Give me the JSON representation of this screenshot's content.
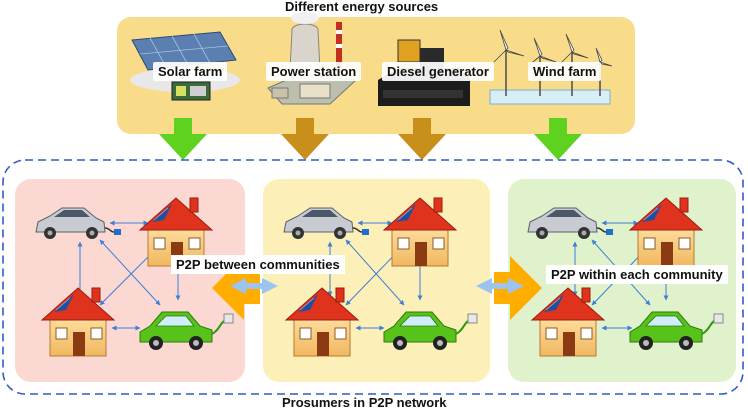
{
  "top_title": "Different energy sources",
  "bottom_title": "Prosumers in P2P network",
  "sources": [
    {
      "label": "Solar farm",
      "icon": "solar-farm-icon"
    },
    {
      "label": "Power station",
      "icon": "power-station-icon"
    },
    {
      "label": "Diesel generator",
      "icon": "diesel-generator-icon"
    },
    {
      "label": "Wind farm",
      "icon": "wind-farm-icon"
    }
  ],
  "between_label": "P2P between communities",
  "within_label": "P2P within each community",
  "colors": {
    "source_panel": "#f8dc8a",
    "community_red": "#fbd9d2",
    "community_yellow": "#fdefb8",
    "community_green": "#dff2cc",
    "green_arrow": "#5fd21f",
    "brown_arrow": "#c8901a",
    "exchange_orange": "#ffae00",
    "exchange_blue": "#9cc4f0",
    "dashed_border": "#2f5cc4",
    "link_line": "#3c7fd8"
  }
}
